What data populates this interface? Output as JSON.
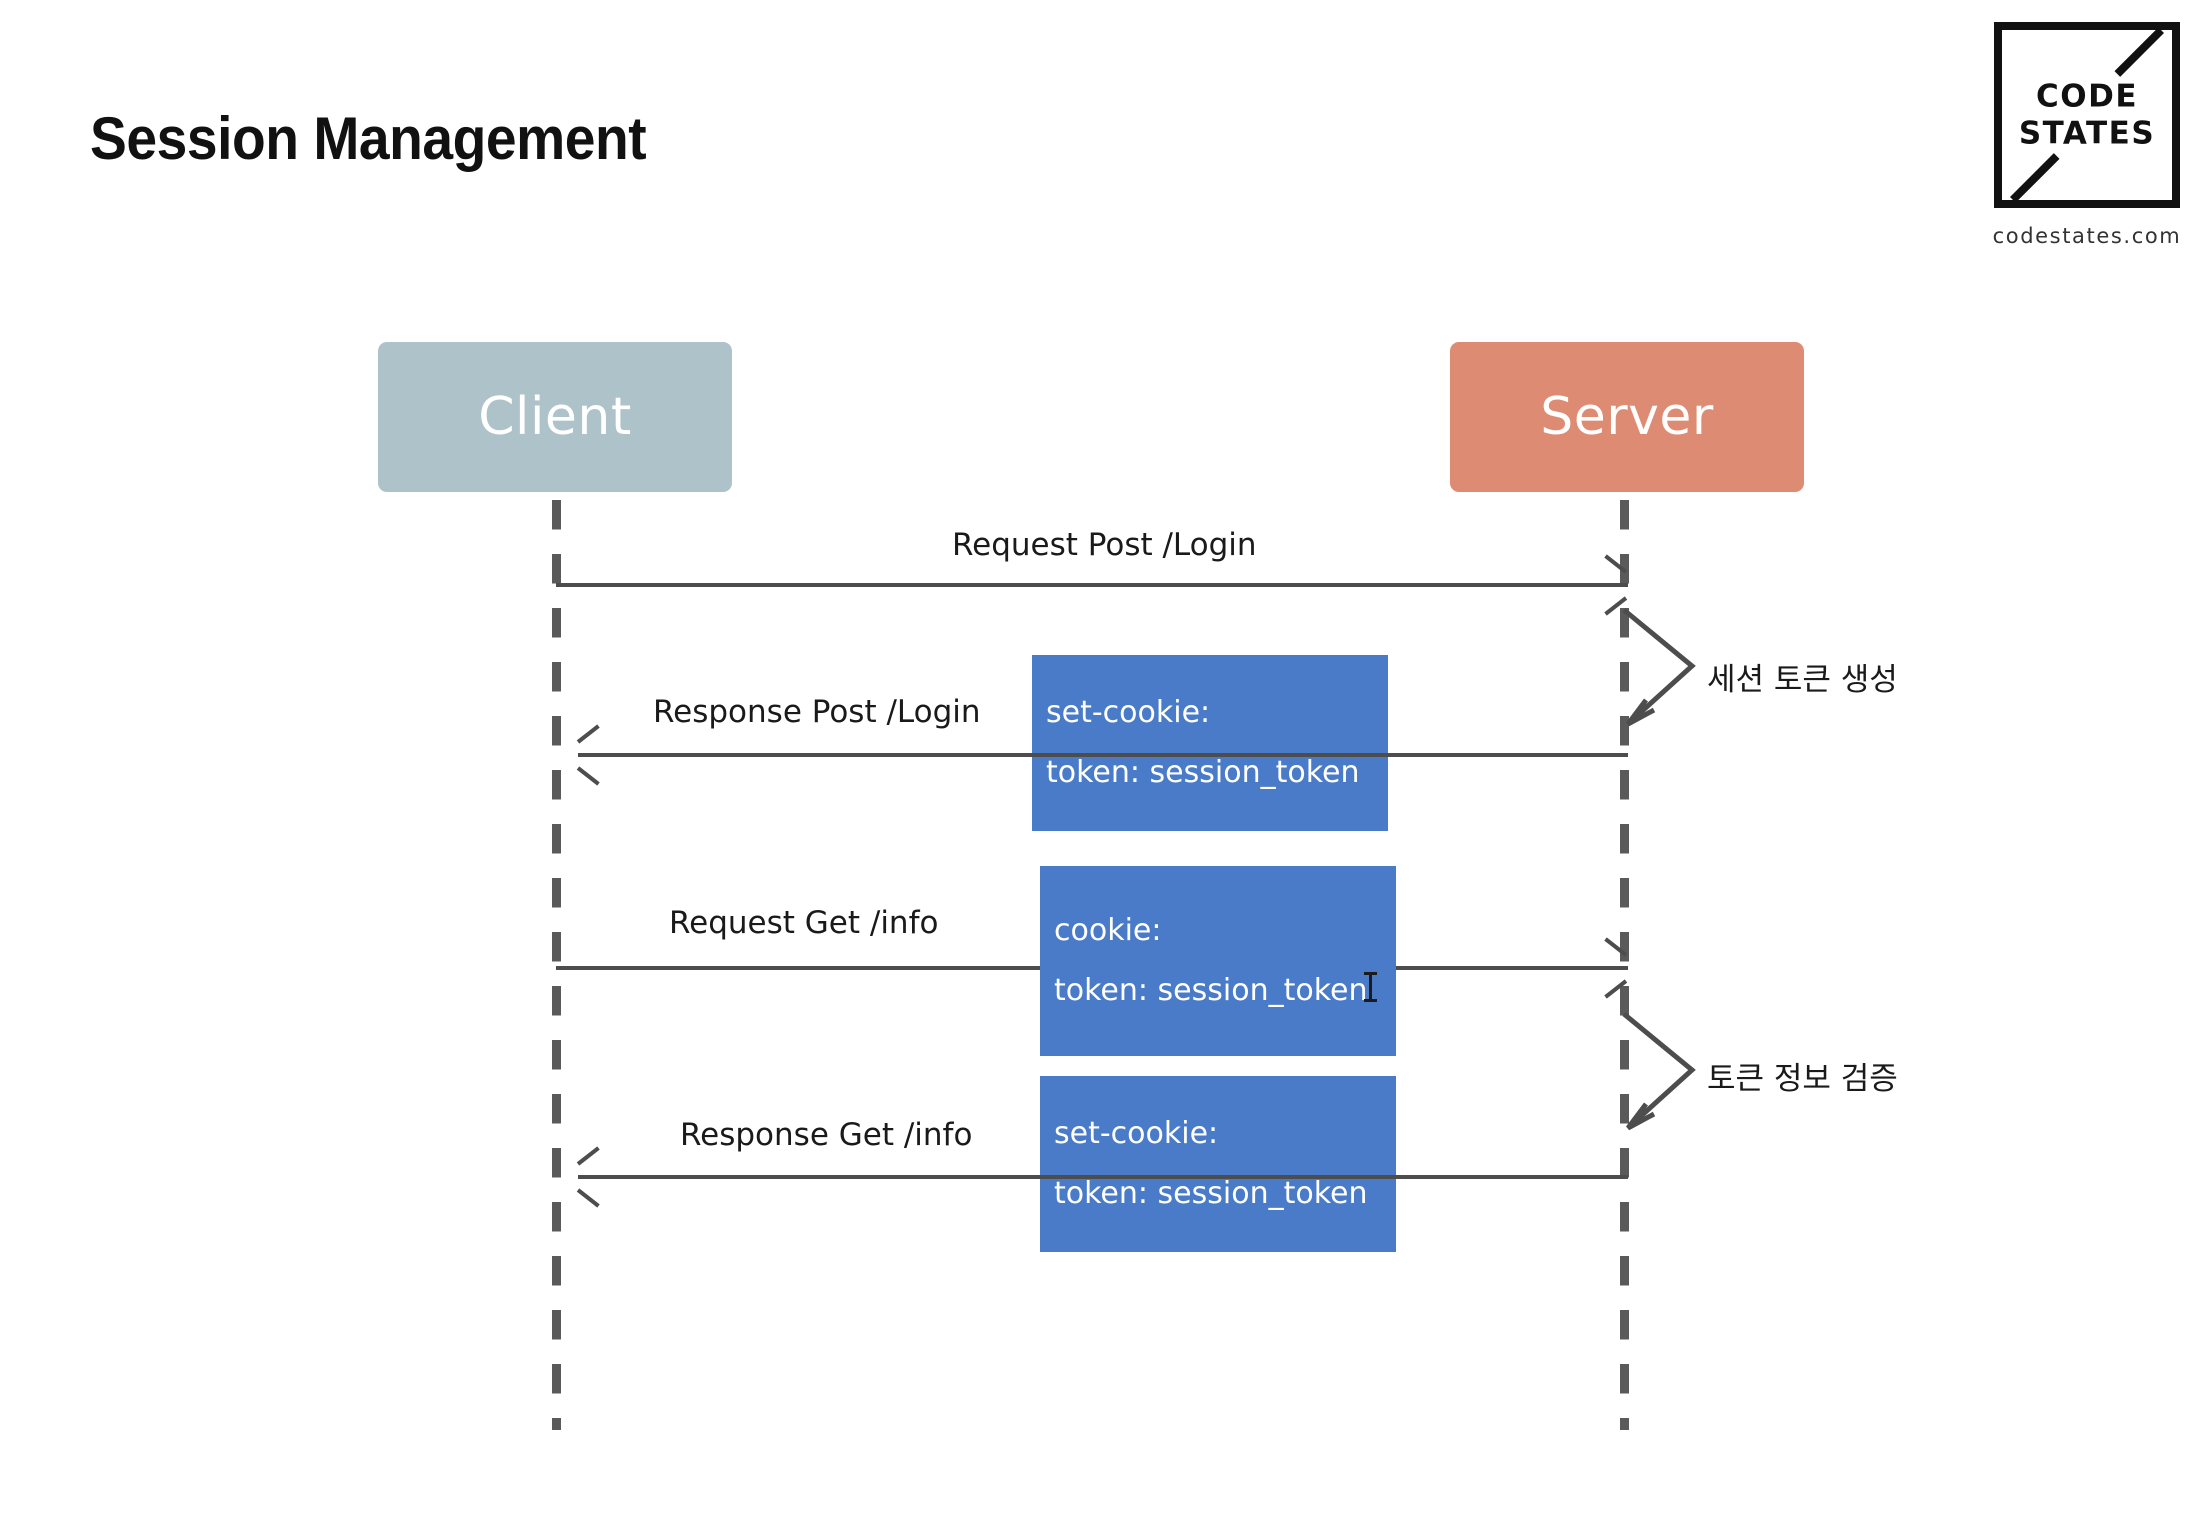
{
  "page_title": "Session Management",
  "logo": {
    "line1": "CODE",
    "line2": "STATES",
    "url": "codestates.com"
  },
  "diagram": {
    "type": "sequence-diagram",
    "colors": {
      "client_box": "#aec3c9",
      "server_box": "#dd8b72",
      "note_box": "#4a7bc8",
      "lifeline": "#5a5a5a",
      "arrow": "#4d4d4d"
    },
    "actors": [
      {
        "id": "client",
        "label": "Client"
      },
      {
        "id": "server",
        "label": "Server"
      }
    ],
    "messages": [
      {
        "id": "m1",
        "label": "Request Post /Login",
        "from": "client",
        "to": "server",
        "direction": "right"
      },
      {
        "id": "m2",
        "label": "Response Post /Login",
        "from": "server",
        "to": "client",
        "direction": "left"
      },
      {
        "id": "m3",
        "label": "Request Get /info",
        "from": "client",
        "to": "server",
        "direction": "right"
      },
      {
        "id": "m4",
        "label": "Response Get /info",
        "from": "server",
        "to": "client",
        "direction": "left"
      }
    ],
    "notes": [
      {
        "id": "n1",
        "line1": "set-cookie:",
        "line2": "token: session_token"
      },
      {
        "id": "n2",
        "line1": "cookie:",
        "line2": "token: session_token"
      },
      {
        "id": "n3",
        "line1": "set-cookie:",
        "line2": "token: session_token"
      }
    ],
    "self_messages": [
      {
        "id": "s1",
        "actor": "server",
        "label": "세션 토큰 생성"
      },
      {
        "id": "s2",
        "actor": "server",
        "label": "토큰 정보 검증"
      }
    ]
  }
}
